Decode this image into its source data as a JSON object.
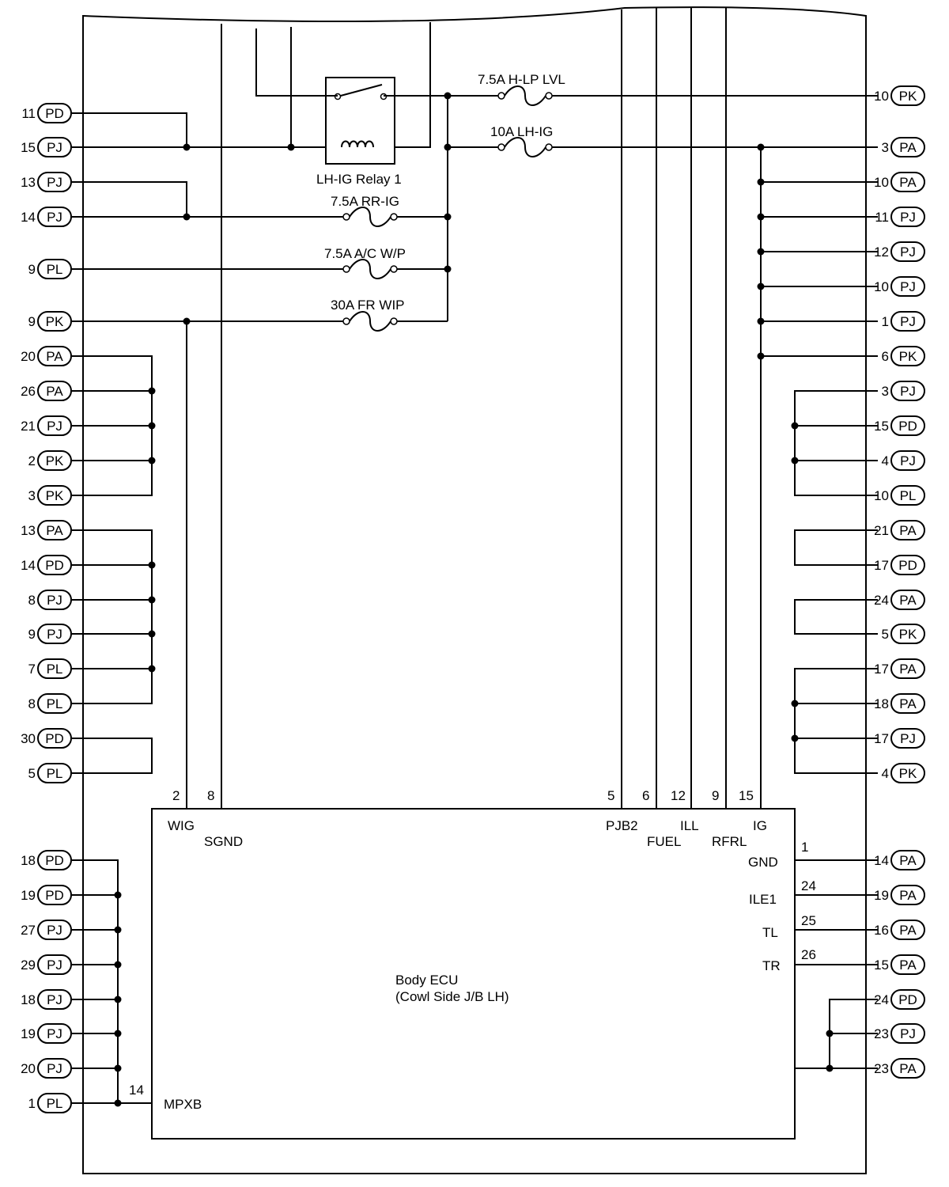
{
  "fuses": {
    "hlp_lvl": "7.5A H-LP LVL",
    "lh_ig": "10A LH-IG",
    "rr_ig": "7.5A RR-IG",
    "ac_wp": "7.5A A/C W/P",
    "fr_wip": "30A FR WIP"
  },
  "relay": {
    "label": "LH-IG Relay 1"
  },
  "ecu": {
    "line1": "Body ECU",
    "line2": "(Cowl Side J/B LH)",
    "terms": {
      "wig": "WIG",
      "sgnd": "SGND",
      "pjb2": "PJB2",
      "fuel": "FUEL",
      "ill": "ILL",
      "rfrl": "RFRL",
      "ig": "IG",
      "gnd": "GND",
      "ile1": "ILE1",
      "tl": "TL",
      "tr": "TR",
      "mpxb": "MPXB"
    },
    "pins": {
      "wig": "2",
      "sgnd": "8",
      "pjb2": "5",
      "fuel": "6",
      "ill": "12",
      "rfrl": "9",
      "ig": "15",
      "gnd": "1",
      "ile1": "24",
      "tl": "25",
      "tr": "26",
      "mpxb": "14"
    }
  },
  "left_connectors": [
    {
      "num": "11",
      "code": "PD"
    },
    {
      "num": "15",
      "code": "PJ"
    },
    {
      "num": "13",
      "code": "PJ"
    },
    {
      "num": "14",
      "code": "PJ"
    },
    {
      "num": "9",
      "code": "PL"
    },
    {
      "num": "9",
      "code": "PK"
    },
    {
      "num": "20",
      "code": "PA"
    },
    {
      "num": "26",
      "code": "PA"
    },
    {
      "num": "21",
      "code": "PJ"
    },
    {
      "num": "2",
      "code": "PK"
    },
    {
      "num": "3",
      "code": "PK"
    },
    {
      "num": "13",
      "code": "PA"
    },
    {
      "num": "14",
      "code": "PD"
    },
    {
      "num": "8",
      "code": "PJ"
    },
    {
      "num": "9",
      "code": "PJ"
    },
    {
      "num": "7",
      "code": "PL"
    },
    {
      "num": "8",
      "code": "PL"
    },
    {
      "num": "30",
      "code": "PD"
    },
    {
      "num": "5",
      "code": "PL"
    },
    {
      "num": "18",
      "code": "PD"
    },
    {
      "num": "19",
      "code": "PD"
    },
    {
      "num": "27",
      "code": "PJ"
    },
    {
      "num": "29",
      "code": "PJ"
    },
    {
      "num": "18",
      "code": "PJ"
    },
    {
      "num": "19",
      "code": "PJ"
    },
    {
      "num": "20",
      "code": "PJ"
    },
    {
      "num": "1",
      "code": "PL"
    }
  ],
  "right_connectors": [
    {
      "num": "10",
      "code": "PK"
    },
    {
      "num": "3",
      "code": "PA"
    },
    {
      "num": "10",
      "code": "PA"
    },
    {
      "num": "11",
      "code": "PJ"
    },
    {
      "num": "12",
      "code": "PJ"
    },
    {
      "num": "10",
      "code": "PJ"
    },
    {
      "num": "1",
      "code": "PJ"
    },
    {
      "num": "6",
      "code": "PK"
    },
    {
      "num": "3",
      "code": "PJ"
    },
    {
      "num": "15",
      "code": "PD"
    },
    {
      "num": "4",
      "code": "PJ"
    },
    {
      "num": "10",
      "code": "PL"
    },
    {
      "num": "21",
      "code": "PA"
    },
    {
      "num": "17",
      "code": "PD"
    },
    {
      "num": "24",
      "code": "PA"
    },
    {
      "num": "5",
      "code": "PK"
    },
    {
      "num": "17",
      "code": "PA"
    },
    {
      "num": "18",
      "code": "PA"
    },
    {
      "num": "17",
      "code": "PJ"
    },
    {
      "num": "4",
      "code": "PK"
    },
    {
      "num": "14",
      "code": "PA"
    },
    {
      "num": "19",
      "code": "PA"
    },
    {
      "num": "16",
      "code": "PA"
    },
    {
      "num": "15",
      "code": "PA"
    },
    {
      "num": "24",
      "code": "PD"
    },
    {
      "num": "23",
      "code": "PJ"
    },
    {
      "num": "23",
      "code": "PA"
    }
  ]
}
